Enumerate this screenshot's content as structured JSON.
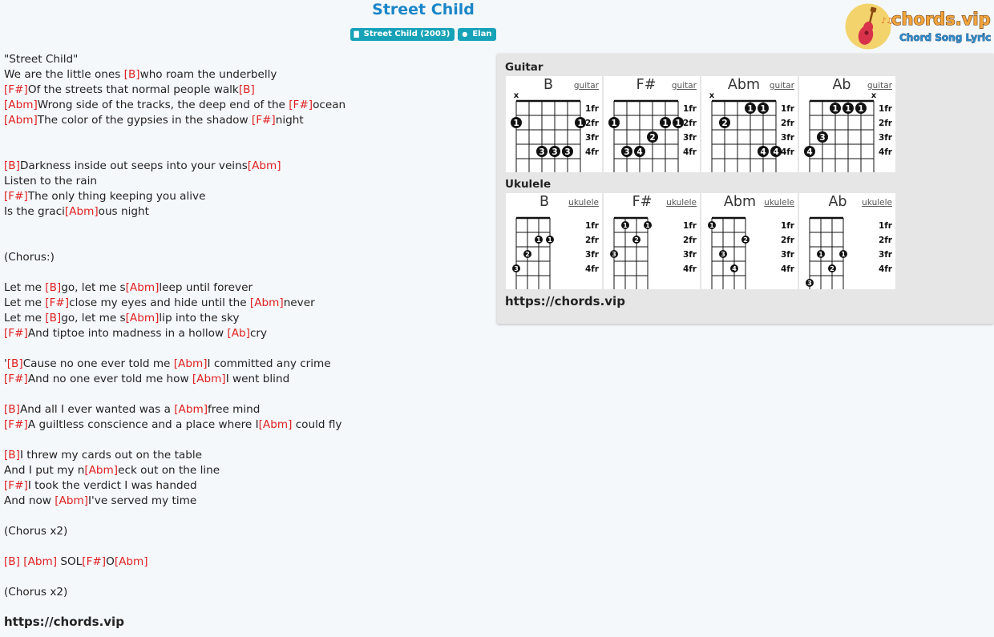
{
  "song": {
    "title": "Street Child",
    "album": "Street Child (2003)",
    "artist": "Elan"
  },
  "logo": {
    "brand": "chords.vip",
    "tagline": "Chord Song Lyric"
  },
  "lyrics": [
    [
      {
        "t": "\"Street Child\""
      }
    ],
    [
      {
        "t": "We are the little ones "
      },
      {
        "c": "[B]"
      },
      {
        "t": "who roam the underbelly"
      }
    ],
    [
      {
        "c": "[F#]"
      },
      {
        "t": "Of the streets that normal people walk"
      },
      {
        "c": "[B]"
      }
    ],
    [
      {
        "c": "[Abm]"
      },
      {
        "t": "Wrong side of the tracks, the deep end of the "
      },
      {
        "c": "[F#]"
      },
      {
        "t": "ocean"
      }
    ],
    [
      {
        "c": "[Abm]"
      },
      {
        "t": "The color of the gypsies in the shadow "
      },
      {
        "c": "[F#]"
      },
      {
        "t": "night"
      }
    ],
    [],
    [],
    [
      {
        "c": "[B]"
      },
      {
        "t": "Darkness inside out seeps into your veins"
      },
      {
        "c": "[Abm]"
      }
    ],
    [
      {
        "t": "Listen to the rain"
      }
    ],
    [
      {
        "c": "[F#]"
      },
      {
        "t": "The only thing keeping you alive"
      }
    ],
    [
      {
        "t": "Is the graci"
      },
      {
        "c": "[Abm]"
      },
      {
        "t": "ous night"
      }
    ],
    [],
    [],
    [
      {
        "t": "(Chorus:)"
      }
    ],
    [],
    [
      {
        "t": "Let me "
      },
      {
        "c": "[B]"
      },
      {
        "t": "go, let me s"
      },
      {
        "c": "[Abm]"
      },
      {
        "t": "leep until forever"
      }
    ],
    [
      {
        "t": "Let me "
      },
      {
        "c": "[F#]"
      },
      {
        "t": "close my eyes and hide until the "
      },
      {
        "c": "[Abm]"
      },
      {
        "t": "never"
      }
    ],
    [
      {
        "t": "Let me "
      },
      {
        "c": "[B]"
      },
      {
        "t": "go, let me s"
      },
      {
        "c": "[Abm]"
      },
      {
        "t": "lip into the sky"
      }
    ],
    [
      {
        "c": "[F#]"
      },
      {
        "t": "And tiptoe into madness in a hollow "
      },
      {
        "c": "[Ab]"
      },
      {
        "t": "cry"
      }
    ],
    [],
    [
      {
        "t": "'"
      },
      {
        "c": "[B]"
      },
      {
        "t": "Cause no one ever told me "
      },
      {
        "c": "[Abm]"
      },
      {
        "t": "I committed any crime"
      }
    ],
    [
      {
        "c": "[F#]"
      },
      {
        "t": "And no one ever told me how "
      },
      {
        "c": "[Abm]"
      },
      {
        "t": "I went blind"
      }
    ],
    [],
    [
      {
        "c": "[B]"
      },
      {
        "t": "And all I ever wanted was a "
      },
      {
        "c": "[Abm]"
      },
      {
        "t": "free mind"
      }
    ],
    [
      {
        "c": "[F#]"
      },
      {
        "t": "A guiltless conscience and a place where I"
      },
      {
        "c": "[Abm]"
      },
      {
        "t": " could fly"
      }
    ],
    [],
    [
      {
        "c": "[B]"
      },
      {
        "t": "I threw my cards out on the table"
      }
    ],
    [
      {
        "t": "And I put my n"
      },
      {
        "c": "[Abm]"
      },
      {
        "t": "eck out on the line"
      }
    ],
    [
      {
        "c": "[F#]"
      },
      {
        "t": "I took the verdict I was handed"
      }
    ],
    [
      {
        "t": "And now "
      },
      {
        "c": "[Abm]"
      },
      {
        "t": "I've served my time"
      }
    ],
    [],
    [
      {
        "t": "(Chorus x2)"
      }
    ],
    [],
    [
      {
        "c": "[B]"
      },
      {
        "t": " "
      },
      {
        "c": "[Abm]"
      },
      {
        "t": " SOL"
      },
      {
        "c": "[F#]"
      },
      {
        "t": "O"
      },
      {
        "c": "[Abm]"
      }
    ],
    [],
    [
      {
        "t": "(Chorus x2)"
      }
    ]
  ],
  "footer_url": "https://chords.vip",
  "panel": {
    "guitar_title": "Guitar",
    "ukulele_title": "Ukulele",
    "url": "https://chords.vip",
    "fret_labels": [
      "1fr",
      "2fr",
      "3fr",
      "4fr"
    ],
    "guitar": [
      {
        "name": "B",
        "type": "guitar",
        "marks": [
          "x",
          "",
          "",
          "",
          "",
          ""
        ],
        "dots": [
          {
            "s": 1,
            "f": 2,
            "n": "1"
          },
          {
            "s": 6,
            "f": 2,
            "n": "1"
          },
          {
            "s": 3,
            "f": 4,
            "n": "3"
          },
          {
            "s": 4,
            "f": 4,
            "n": "3"
          },
          {
            "s": 5,
            "f": 4,
            "n": "3"
          }
        ]
      },
      {
        "name": "F#",
        "type": "guitar",
        "marks": [
          "",
          "",
          "",
          "",
          "",
          ""
        ],
        "dots": [
          {
            "s": 1,
            "f": 2,
            "n": "1"
          },
          {
            "s": 5,
            "f": 2,
            "n": "1"
          },
          {
            "s": 6,
            "f": 2,
            "n": "1"
          },
          {
            "s": 4,
            "f": 3,
            "n": "2"
          },
          {
            "s": 2,
            "f": 4,
            "n": "3"
          },
          {
            "s": 3,
            "f": 4,
            "n": "4"
          }
        ]
      },
      {
        "name": "Abm",
        "type": "guitar",
        "marks": [
          "x",
          "",
          "",
          "",
          "",
          ""
        ],
        "dots": [
          {
            "s": 4,
            "f": 1,
            "n": "1"
          },
          {
            "s": 5,
            "f": 1,
            "n": "1"
          },
          {
            "s": 2,
            "f": 2,
            "n": "2"
          },
          {
            "s": 5,
            "f": 4,
            "n": "4"
          },
          {
            "s": 6,
            "f": 4,
            "n": "4"
          }
        ]
      },
      {
        "name": "Ab",
        "type": "guitar",
        "marks": [
          "",
          "",
          "",
          "",
          "",
          "x"
        ],
        "dots": [
          {
            "s": 3,
            "f": 1,
            "n": "1"
          },
          {
            "s": 4,
            "f": 1,
            "n": "1"
          },
          {
            "s": 5,
            "f": 1,
            "n": "1"
          },
          {
            "s": 2,
            "f": 3,
            "n": "3"
          },
          {
            "s": 1,
            "f": 4,
            "n": "4"
          }
        ]
      }
    ],
    "ukulele": [
      {
        "name": "B",
        "type": "ukulele",
        "dots": [
          {
            "s": 3,
            "f": 2,
            "n": "1"
          },
          {
            "s": 4,
            "f": 2,
            "n": "1"
          },
          {
            "s": 2,
            "f": 3,
            "n": "2"
          },
          {
            "s": 1,
            "f": 4,
            "n": "3"
          }
        ]
      },
      {
        "name": "F#",
        "type": "ukulele",
        "dots": [
          {
            "s": 2,
            "f": 1,
            "n": "1"
          },
          {
            "s": 4,
            "f": 1,
            "n": "1"
          },
          {
            "s": 3,
            "f": 2,
            "n": "2"
          },
          {
            "s": 1,
            "f": 3,
            "n": "3"
          }
        ]
      },
      {
        "name": "Abm",
        "type": "ukulele",
        "dots": [
          {
            "s": 1,
            "f": 1,
            "n": "1"
          },
          {
            "s": 4,
            "f": 2,
            "n": "2"
          },
          {
            "s": 2,
            "f": 3,
            "n": "3"
          },
          {
            "s": 3,
            "f": 4,
            "n": "4"
          }
        ]
      },
      {
        "name": "Ab",
        "type": "ukulele",
        "dots": [
          {
            "s": 2,
            "f": 3,
            "n": "1"
          },
          {
            "s": 4,
            "f": 3,
            "n": "1"
          },
          {
            "s": 3,
            "f": 4,
            "n": "2"
          },
          {
            "s": 1,
            "f": 5,
            "n": "3"
          }
        ]
      }
    ]
  },
  "colors": {
    "title": "#1a86c8",
    "badge": "#17a2b8",
    "chord": "#e02020",
    "logo_orange": "#f3a43a"
  }
}
